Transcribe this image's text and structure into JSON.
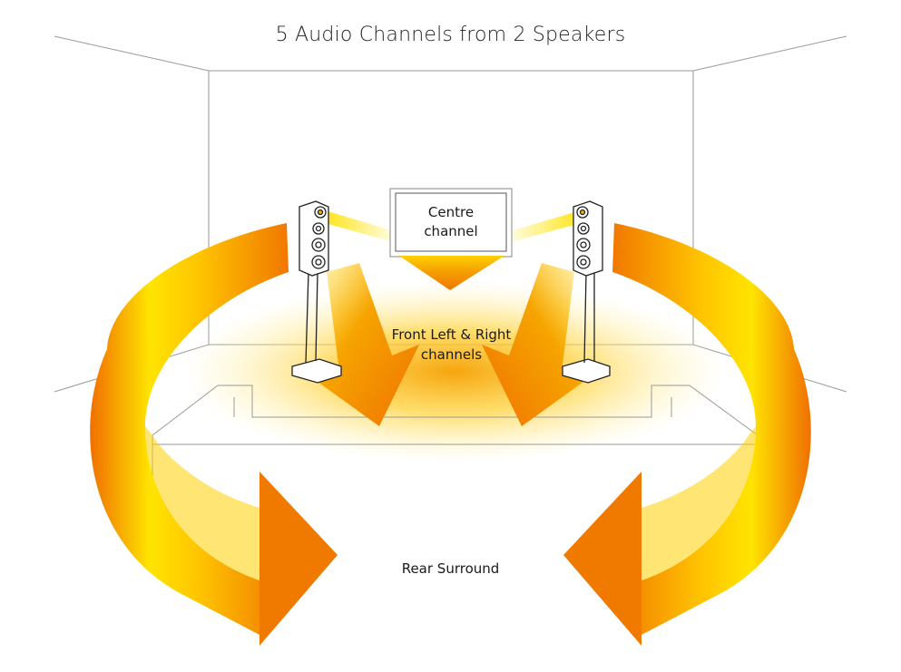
{
  "title": "5 Audio Channels from 2 Speakers",
  "labels": {
    "centre_line1": "Centre",
    "centre_line2": "channel",
    "front_line1": "Front Left & Right",
    "front_line2": "channels",
    "rear": "Rear Surround"
  },
  "colors": {
    "orange": "#f07800",
    "amber": "#f7a400",
    "yellow": "#ffe000",
    "line": "#9a9a9a",
    "text": "#1a1a1a"
  }
}
